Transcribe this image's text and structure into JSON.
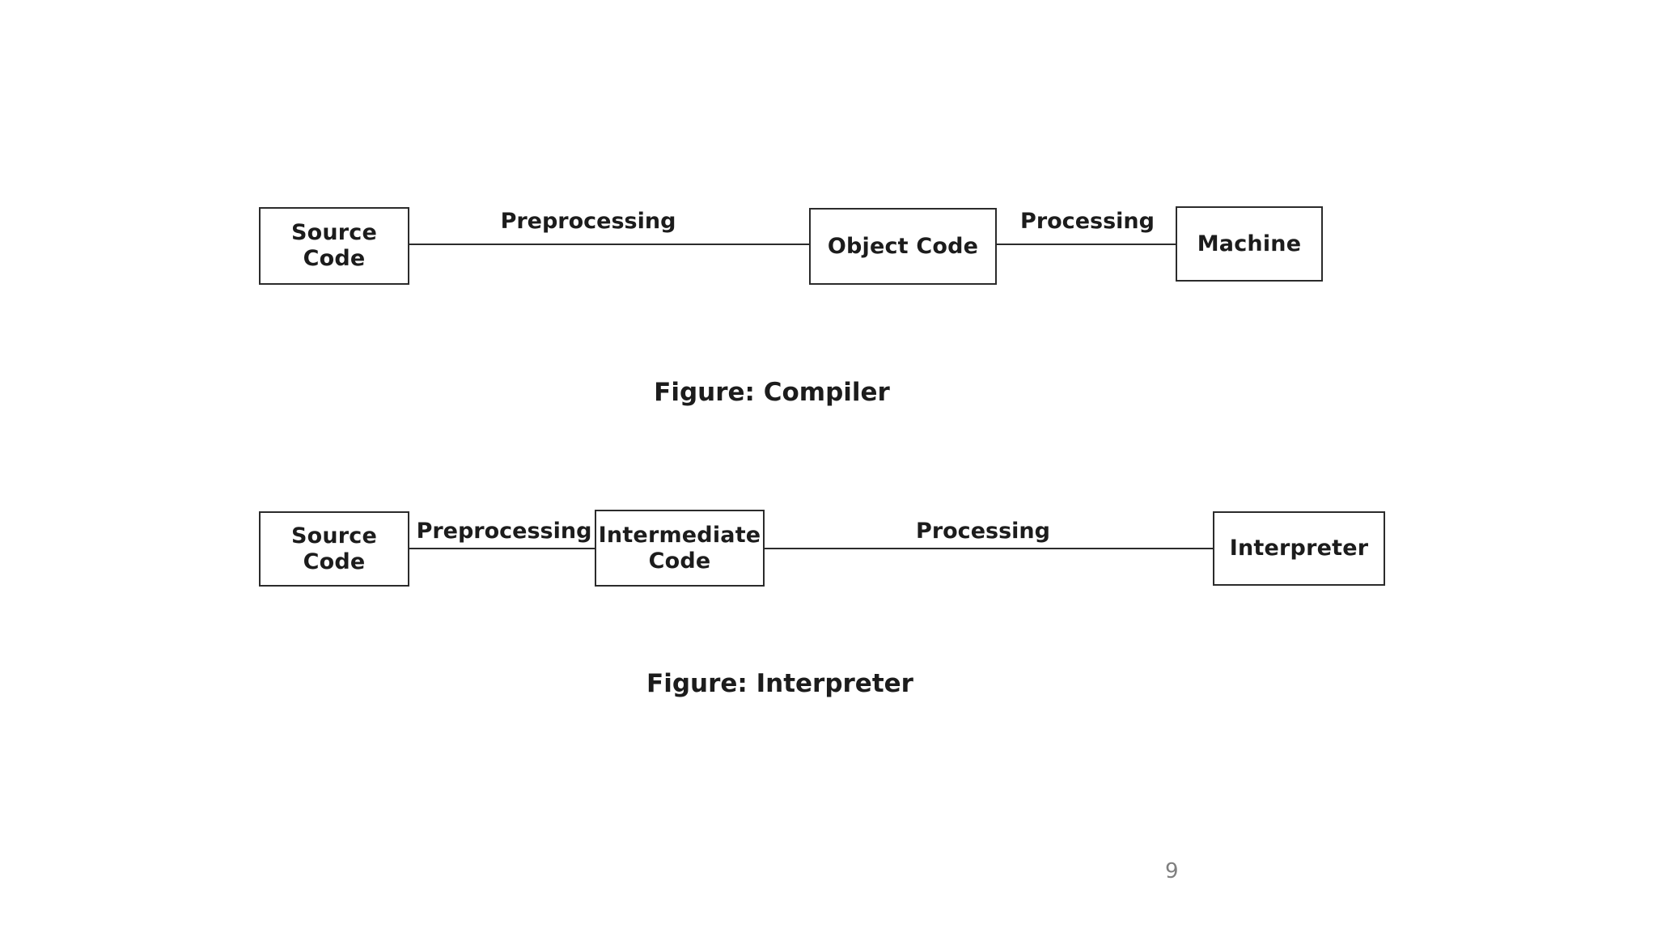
{
  "slide": {
    "page_number": "9"
  },
  "compiler_figure": {
    "caption": "Figure: Compiler",
    "nodes": {
      "source_code": {
        "line1": "Source",
        "line2": "Code"
      },
      "object_code": {
        "label": "Object Code"
      },
      "machine": {
        "label": "Machine"
      }
    },
    "edges": {
      "preprocessing": {
        "label": "Preprocessing"
      },
      "processing": {
        "label": "Processing"
      }
    }
  },
  "interpreter_figure": {
    "caption": "Figure: Interpreter",
    "nodes": {
      "source_code": {
        "line1": "Source",
        "line2": "Code"
      },
      "intermediate_code": {
        "line1": "Intermediate",
        "line2": "Code"
      },
      "interpreter": {
        "label": "Interpreter"
      }
    },
    "edges": {
      "preprocessing": {
        "label": "Preprocessing"
      },
      "processing": {
        "label": "Processing"
      }
    }
  },
  "colors": {
    "text": "#1c1c1c",
    "box_border": "#2b2b2b",
    "line": "#2b2b2b",
    "page_number": "#7f7f7f",
    "background": "#ffffff"
  }
}
